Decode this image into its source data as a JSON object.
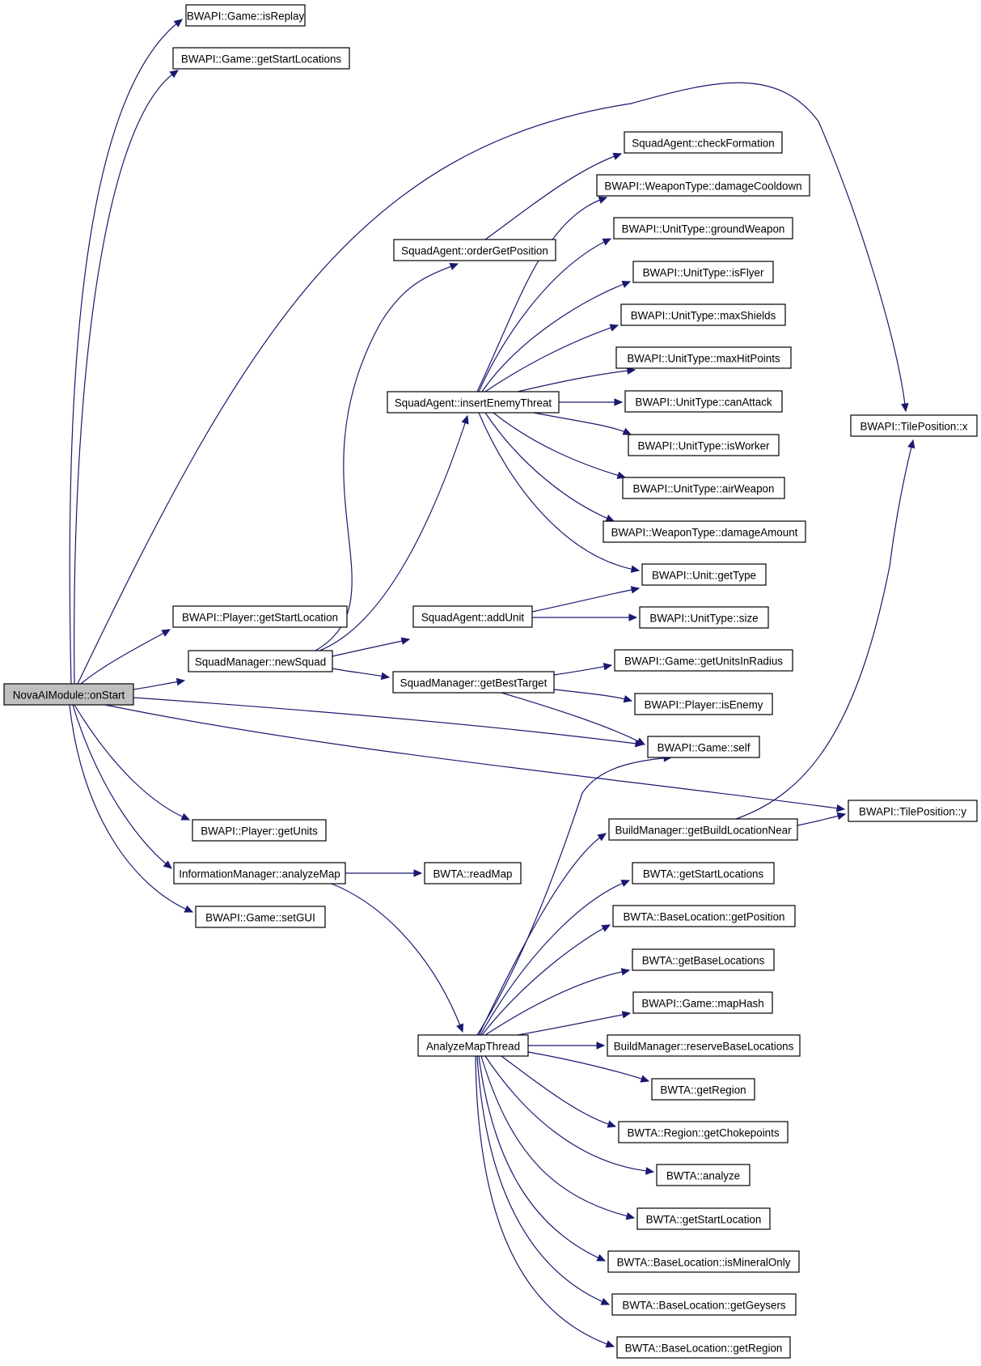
{
  "graph": {
    "root": "NovaAIModule::onStart",
    "colors": {
      "edge": "#191970",
      "root_fill": "#bfbfbf",
      "node_fill": "#ffffff",
      "node_border": "#000000"
    },
    "nodes": [
      {
        "id": "n_onstart",
        "label": "NovaAIModule::onStart",
        "root": true
      },
      {
        "id": "n_isreplay",
        "label": "BWAPI::Game::isReplay"
      },
      {
        "id": "n_getstartlocs",
        "label": "BWAPI::Game::getStartLocations"
      },
      {
        "id": "n_checkformation",
        "label": "SquadAgent::checkFormation"
      },
      {
        "id": "n_damagecooldown",
        "label": "BWAPI::WeaponType::damageCooldown"
      },
      {
        "id": "n_orderget",
        "label": "SquadAgent::orderGetPosition"
      },
      {
        "id": "n_groundweapon",
        "label": "BWAPI::UnitType::groundWeapon"
      },
      {
        "id": "n_isflyer",
        "label": "BWAPI::UnitType::isFlyer"
      },
      {
        "id": "n_maxshields",
        "label": "BWAPI::UnitType::maxShields"
      },
      {
        "id": "n_maxhp",
        "label": "BWAPI::UnitType::maxHitPoints"
      },
      {
        "id": "n_insertthreat",
        "label": "SquadAgent::insertEnemyThreat"
      },
      {
        "id": "n_canattack",
        "label": "BWAPI::UnitType::canAttack"
      },
      {
        "id": "n_tilex",
        "label": "BWAPI::TilePosition::x"
      },
      {
        "id": "n_isworker",
        "label": "BWAPI::UnitType::isWorker"
      },
      {
        "id": "n_airweapon",
        "label": "BWAPI::UnitType::airWeapon"
      },
      {
        "id": "n_damageamount",
        "label": "BWAPI::WeaponType::damageAmount"
      },
      {
        "id": "n_gettype",
        "label": "BWAPI::Unit::getType"
      },
      {
        "id": "n_getstartloc",
        "label": "BWAPI::Player::getStartLocation"
      },
      {
        "id": "n_addunit",
        "label": "SquadAgent::addUnit"
      },
      {
        "id": "n_utsize",
        "label": "BWAPI::UnitType::size"
      },
      {
        "id": "n_newsquad",
        "label": "SquadManager::newSquad"
      },
      {
        "id": "n_unitsinradius",
        "label": "BWAPI::Game::getUnitsInRadius"
      },
      {
        "id": "n_besttarget",
        "label": "SquadManager::getBestTarget"
      },
      {
        "id": "n_isenemy",
        "label": "BWAPI::Player::isEnemy"
      },
      {
        "id": "n_self",
        "label": "BWAPI::Game::self"
      },
      {
        "id": "n_tiley",
        "label": "BWAPI::TilePosition::y"
      },
      {
        "id": "n_getunits",
        "label": "BWAPI::Player::getUnits"
      },
      {
        "id": "n_buildloc",
        "label": "BuildManager::getBuildLocationNear"
      },
      {
        "id": "n_analyzemap",
        "label": "InformationManager::analyzeMap"
      },
      {
        "id": "n_readmap",
        "label": "BWTA::readMap"
      },
      {
        "id": "n_bwta_startlocs",
        "label": "BWTA::getStartLocations"
      },
      {
        "id": "n_setgui",
        "label": "BWAPI::Game::setGUI"
      },
      {
        "id": "n_bl_getpos",
        "label": "BWTA::BaseLocation::getPosition"
      },
      {
        "id": "n_getbaselocs",
        "label": "BWTA::getBaseLocations"
      },
      {
        "id": "n_maphash",
        "label": "BWAPI::Game::mapHash"
      },
      {
        "id": "n_amthread",
        "label": "AnalyzeMapThread"
      },
      {
        "id": "n_reservebase",
        "label": "BuildManager::reserveBaseLocations"
      },
      {
        "id": "n_getregion",
        "label": "BWTA::getRegion"
      },
      {
        "id": "n_chokepoints",
        "label": "BWTA::Region::getChokepoints"
      },
      {
        "id": "n_analyze",
        "label": "BWTA::analyze"
      },
      {
        "id": "n_getstartloc2",
        "label": "BWTA::getStartLocation"
      },
      {
        "id": "n_ismineral",
        "label": "BWTA::BaseLocation::isMineralOnly"
      },
      {
        "id": "n_geysers",
        "label": "BWTA::BaseLocation::getGeysers"
      },
      {
        "id": "n_bl_region",
        "label": "BWTA::BaseLocation::getRegion"
      }
    ],
    "edges": [
      [
        "n_onstart",
        "n_isreplay"
      ],
      [
        "n_onstart",
        "n_getstartlocs"
      ],
      [
        "n_onstart",
        "n_tilex"
      ],
      [
        "n_onstart",
        "n_getstartloc"
      ],
      [
        "n_onstart",
        "n_newsquad"
      ],
      [
        "n_onstart",
        "n_self"
      ],
      [
        "n_onstart",
        "n_tiley"
      ],
      [
        "n_onstart",
        "n_getunits"
      ],
      [
        "n_onstart",
        "n_analyzemap"
      ],
      [
        "n_onstart",
        "n_setgui"
      ],
      [
        "n_newsquad",
        "n_orderget"
      ],
      [
        "n_newsquad",
        "n_insertthreat"
      ],
      [
        "n_newsquad",
        "n_addunit"
      ],
      [
        "n_newsquad",
        "n_besttarget"
      ],
      [
        "n_orderget",
        "n_checkformation"
      ],
      [
        "n_insertthreat",
        "n_damagecooldown"
      ],
      [
        "n_insertthreat",
        "n_groundweapon"
      ],
      [
        "n_insertthreat",
        "n_isflyer"
      ],
      [
        "n_insertthreat",
        "n_maxshields"
      ],
      [
        "n_insertthreat",
        "n_maxhp"
      ],
      [
        "n_insertthreat",
        "n_canattack"
      ],
      [
        "n_insertthreat",
        "n_isworker"
      ],
      [
        "n_insertthreat",
        "n_airweapon"
      ],
      [
        "n_insertthreat",
        "n_damageamount"
      ],
      [
        "n_insertthreat",
        "n_gettype"
      ],
      [
        "n_addunit",
        "n_gettype"
      ],
      [
        "n_addunit",
        "n_utsize"
      ],
      [
        "n_besttarget",
        "n_unitsinradius"
      ],
      [
        "n_besttarget",
        "n_isenemy"
      ],
      [
        "n_besttarget",
        "n_self"
      ],
      [
        "n_analyzemap",
        "n_readmap"
      ],
      [
        "n_analyzemap",
        "n_amthread"
      ],
      [
        "n_amthread",
        "n_self"
      ],
      [
        "n_amthread",
        "n_buildloc"
      ],
      [
        "n_amthread",
        "n_bwta_startlocs"
      ],
      [
        "n_amthread",
        "n_bl_getpos"
      ],
      [
        "n_amthread",
        "n_getbaselocs"
      ],
      [
        "n_amthread",
        "n_maphash"
      ],
      [
        "n_amthread",
        "n_reservebase"
      ],
      [
        "n_amthread",
        "n_getregion"
      ],
      [
        "n_amthread",
        "n_chokepoints"
      ],
      [
        "n_amthread",
        "n_analyze"
      ],
      [
        "n_amthread",
        "n_getstartloc2"
      ],
      [
        "n_amthread",
        "n_ismineral"
      ],
      [
        "n_amthread",
        "n_geysers"
      ],
      [
        "n_amthread",
        "n_bl_region"
      ],
      [
        "n_buildloc",
        "n_tilex"
      ],
      [
        "n_buildloc",
        "n_tiley"
      ]
    ]
  }
}
